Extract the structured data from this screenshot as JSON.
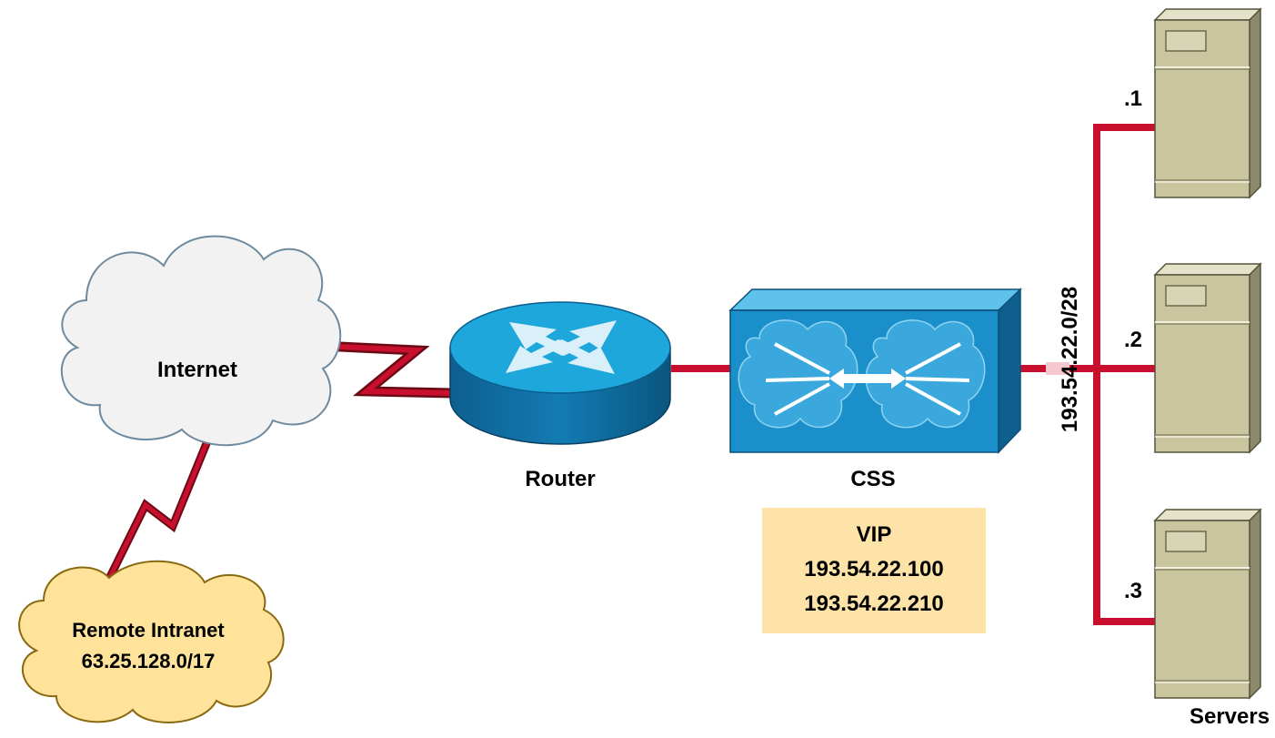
{
  "nodes": {
    "internet": {
      "label": "Internet"
    },
    "remote_intranet": {
      "label": "Remote Intranet",
      "network": "63.25.128.0/17"
    },
    "router": {
      "label": "Router"
    },
    "css": {
      "label": "CSS"
    },
    "vip": {
      "title": "VIP",
      "addresses": [
        "193.54.22.100",
        "193.54.22.210"
      ]
    },
    "servers": {
      "label": "Servers",
      "hosts": [
        ".1",
        ".2",
        ".3"
      ]
    }
  },
  "subnet_label": "193.54.22.0/28",
  "colors": {
    "link": "#c8102e",
    "cloud_internet": "#f2f2f2",
    "cloud_remote": "#ffe39a",
    "router_top": "#1ea7db",
    "css_front": "#1b8fc9",
    "vip_box": "#fde3a7",
    "server": "#c9c59f"
  },
  "icons": [
    "cloud-icon",
    "router-icon",
    "css-switch-icon",
    "server-icon"
  ]
}
